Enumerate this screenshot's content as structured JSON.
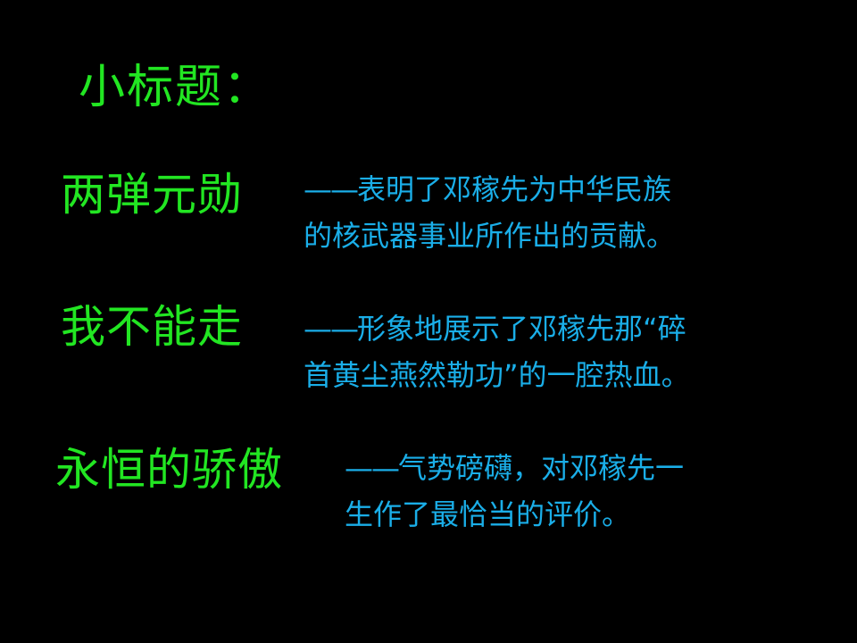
{
  "colors": {
    "background": "#000000",
    "title_green": "#22e622",
    "text_blue": "#1aaee8"
  },
  "heading": "小标题：",
  "items": [
    {
      "title": "两弹元勋",
      "dash": "——",
      "line1": "表明了邓稼先为中华民族",
      "line2": "的核武器事业所作出的贡献。"
    },
    {
      "title": "我不能走",
      "dash": "——",
      "line1": "形象地展示了邓稼先那“碎",
      "line2": "首黄尘燕然勒功”的一腔热血。"
    },
    {
      "title": "永恒的骄傲",
      "dash": "——",
      "line1": "气势磅礴，对邓稼先一",
      "line2": "生作了最恰当的评价。"
    }
  ]
}
